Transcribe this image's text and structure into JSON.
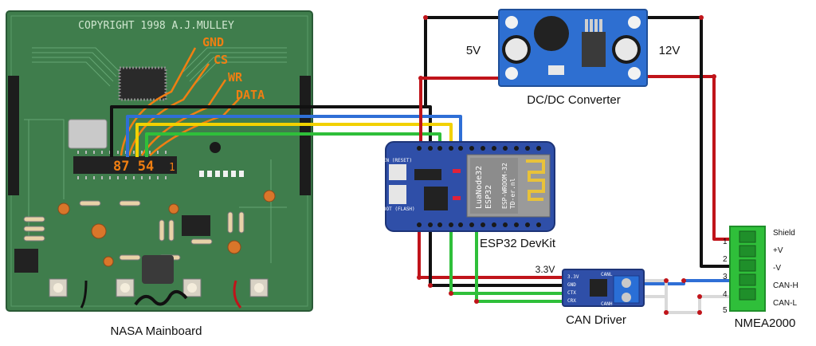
{
  "mainboard": {
    "caption": "NASA Mainboard",
    "copyright": "COPYRIGHT 1998 A.J.MULLEY",
    "signals": [
      "GND",
      "CS",
      "WR",
      "DATA"
    ],
    "pin_numbers": "87 54",
    "pin_one": "1"
  },
  "esp32": {
    "caption": "ESP32 DevKit",
    "module_lines": [
      "LuaNode32",
      "ESP32"
    ],
    "wroom_lines": [
      "ESP-WROOM-32",
      "TD-er.nl"
    ],
    "en_label": "EN\n(RESET)",
    "boot_label": "BOOT\n(FLASH)"
  },
  "dcdc": {
    "caption": "DC/DC Converter",
    "left_voltage": "5V",
    "right_voltage": "12V"
  },
  "can_driver": {
    "caption": "CAN Driver",
    "supply": "3.3V",
    "pins_left": [
      "3.3V",
      "GND",
      "CTX",
      "CRX"
    ],
    "pins_right": [
      "CANL",
      "CANH"
    ]
  },
  "nmea": {
    "caption": "NMEA2000",
    "pins": [
      {
        "num": "",
        "name": "Shield"
      },
      {
        "num": "1",
        "name": "+V"
      },
      {
        "num": "2",
        "name": "-V"
      },
      {
        "num": "3",
        "name": "CAN-H"
      },
      {
        "num": "4",
        "name": "CAN-L"
      },
      {
        "num": "5",
        "name": ""
      }
    ]
  },
  "wire_colors": {
    "power": "#c0141a",
    "ground": "#111111",
    "blue": "#2f6fd6",
    "yellow": "#f2d100",
    "green": "#2fbf3a",
    "white": "#d9d9d9",
    "orange": "#f07f12"
  }
}
